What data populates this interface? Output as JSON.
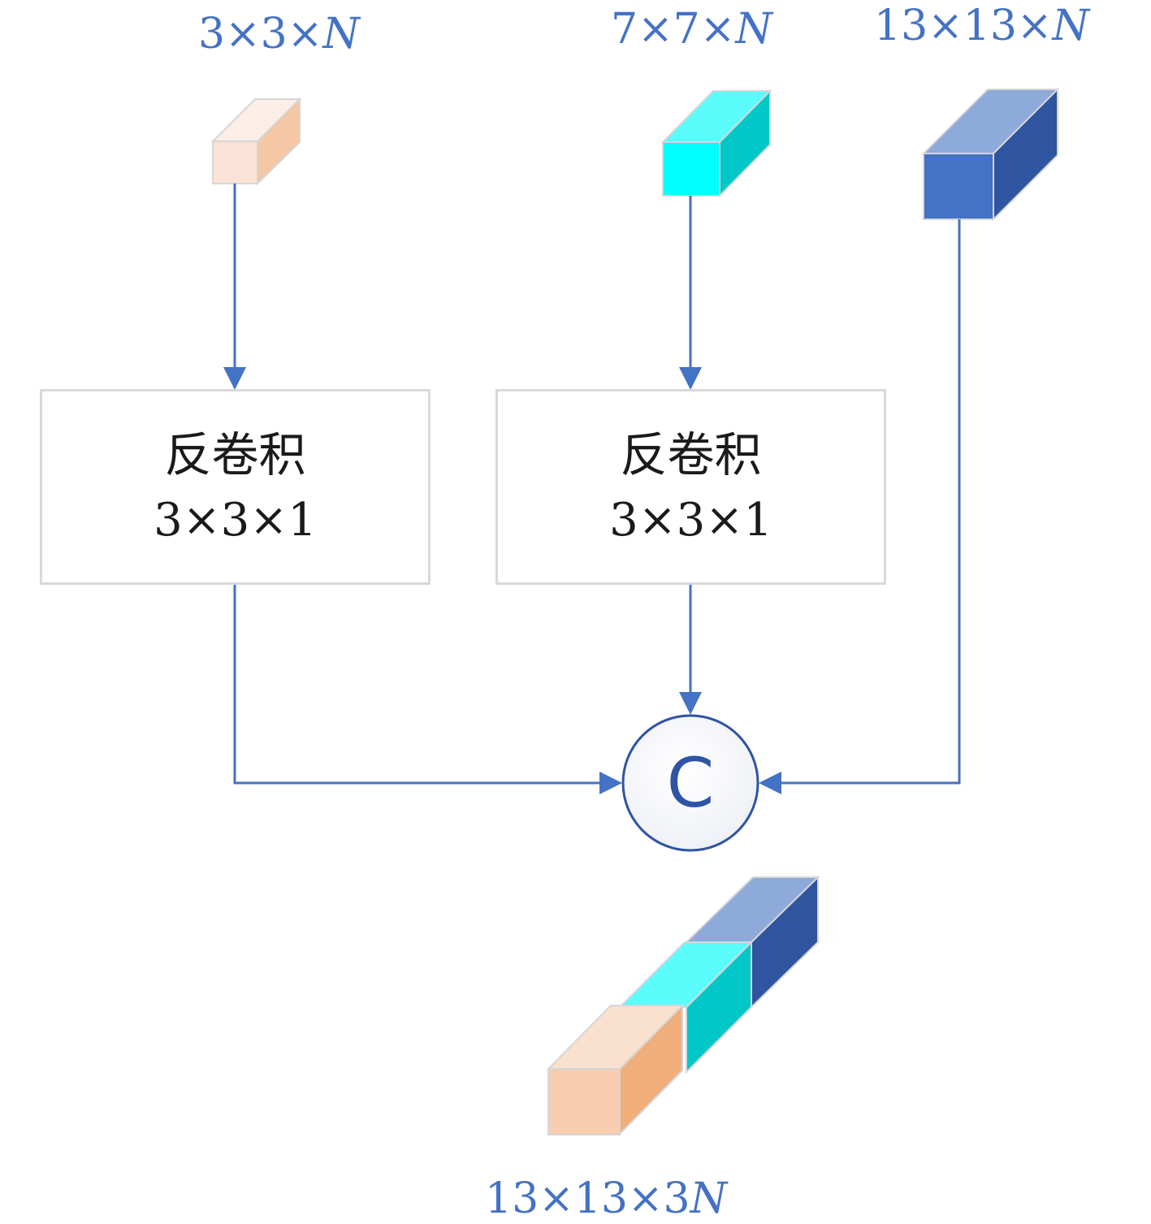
{
  "inputs": [
    {
      "size": "3×3×",
      "channel": "N",
      "color_front": "#fae3d6",
      "color_top": "#fbeee6",
      "color_side": "#f5c7a4"
    },
    {
      "size": "7×7×",
      "channel": "N",
      "color_front": "#00ffff",
      "color_top": "#5cfcfc",
      "color_side": "#00c8c8"
    },
    {
      "size": "13×13×",
      "channel": "N",
      "color_front": "#4472c4",
      "color_top": "#8eaadb",
      "color_side": "#2f54a0"
    }
  ],
  "operations": [
    {
      "name": "反卷积",
      "kernel": "3×3×1"
    },
    {
      "name": "反卷积",
      "kernel": "3×3×1"
    }
  ],
  "concat": {
    "symbol": "C"
  },
  "output": {
    "size": "13×13×3",
    "channel": "N"
  },
  "colors": {
    "arrow": "#4472c4",
    "box_border": "#d9d9d9",
    "cube_edge": "#d6d6d6"
  }
}
